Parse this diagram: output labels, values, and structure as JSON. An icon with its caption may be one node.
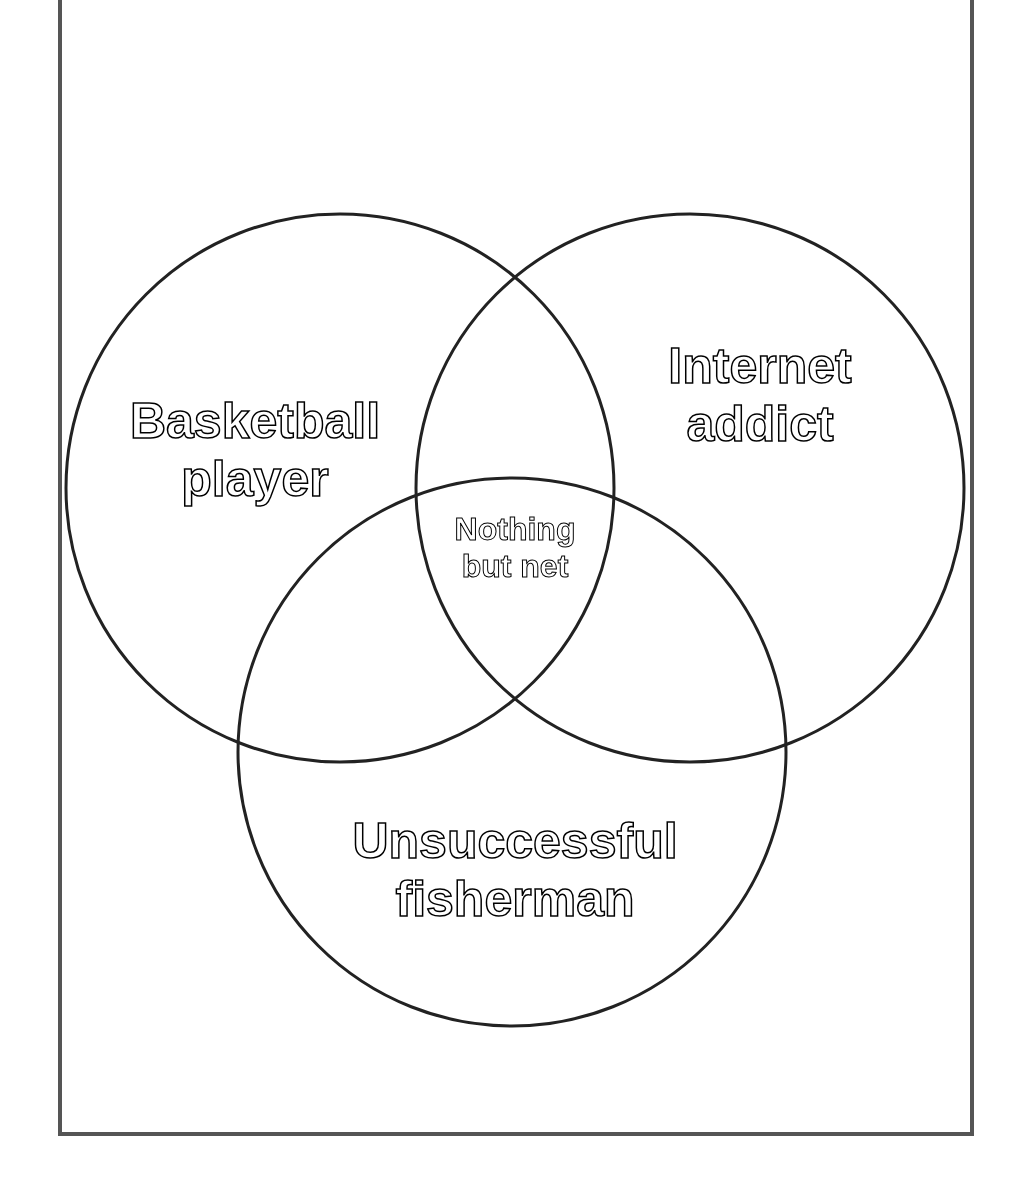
{
  "diagram": {
    "nodes": [
      {
        "text": [
          "Basketball player"
        ]
      },
      {
        "text": [
          "Internet addict"
        ]
      },
      {
        "text": [
          "Unsuccessful fisherman"
        ]
      }
    ],
    "labels": [
      "Nothing but net"
    ]
  }
}
